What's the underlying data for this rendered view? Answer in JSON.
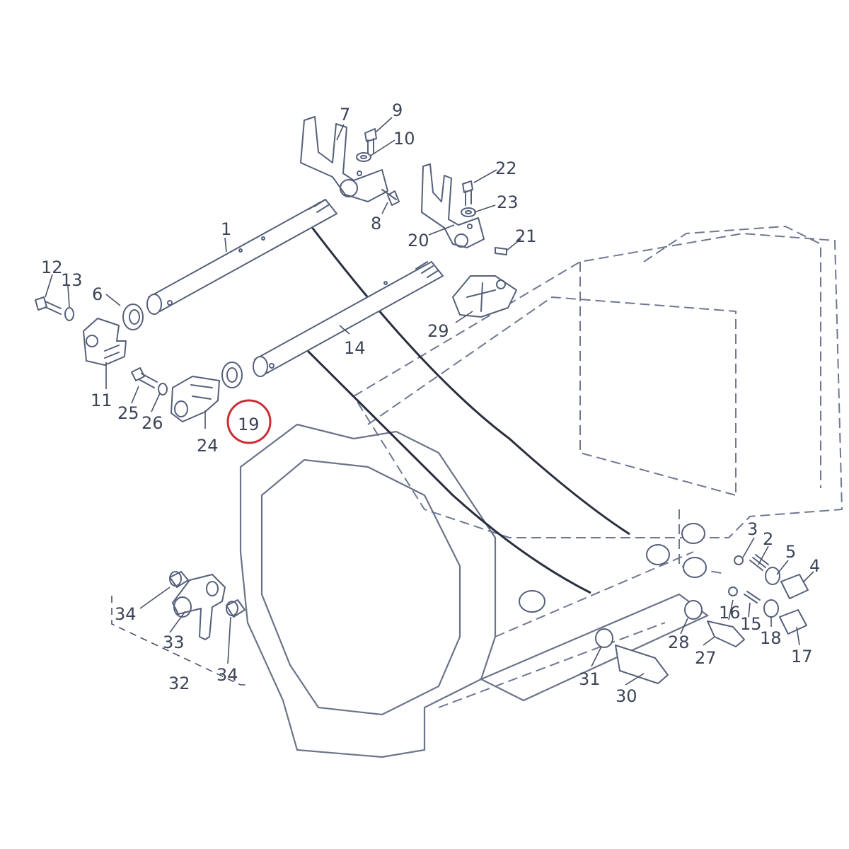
{
  "callouts": [
    "1",
    "2",
    "3",
    "4",
    "5",
    "6",
    "7",
    "8",
    "9",
    "10",
    "11",
    "12",
    "13",
    "14",
    "15",
    "16",
    "17",
    "18",
    "19",
    "20",
    "21",
    "22",
    "23",
    "24",
    "25",
    "26",
    "27",
    "28",
    "29",
    "30",
    "31",
    "32",
    "33",
    "34",
    "34"
  ],
  "highlight": {
    "callout": "19",
    "color": "#cc2c36"
  },
  "colors": {
    "line": "#55607a",
    "label": "#3c4458"
  }
}
